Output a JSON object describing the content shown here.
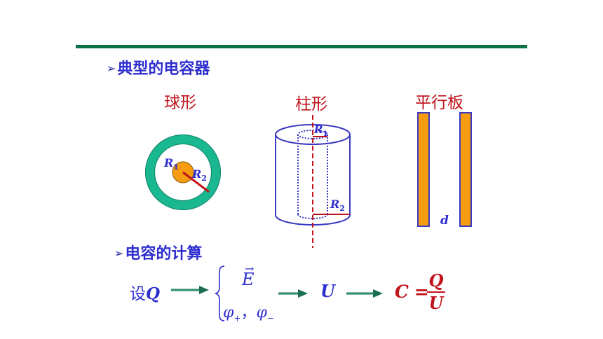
{
  "section1": {
    "title": "典型的电容器"
  },
  "types": {
    "spherical": "球形",
    "cylindrical": "柱形",
    "parallel": "平行板"
  },
  "labels": {
    "r1": "R",
    "r1_sub": "1",
    "r2": "R",
    "r2_sub": "2",
    "d": "d"
  },
  "section2": {
    "title": "电容的计算"
  },
  "formula": {
    "set_prefix": "设",
    "Q": "Q",
    "E": "E",
    "phi": "φ",
    "phi_plus_sub": "+",
    "comma": "，",
    "phi_minus_sub": "−",
    "U": "U",
    "C": "C",
    "equals": "=",
    "numerator": "Q",
    "denominator": "U"
  },
  "colors": {
    "rule": "#0f7a4e",
    "heading_blue": "#2e2ed0",
    "label_red": "#c0141c",
    "ring": "#1ab890",
    "core": "#f59c10",
    "cylinder": "#3a3ac0",
    "plate": "#f59c10",
    "arrow": "#2a8a66"
  }
}
